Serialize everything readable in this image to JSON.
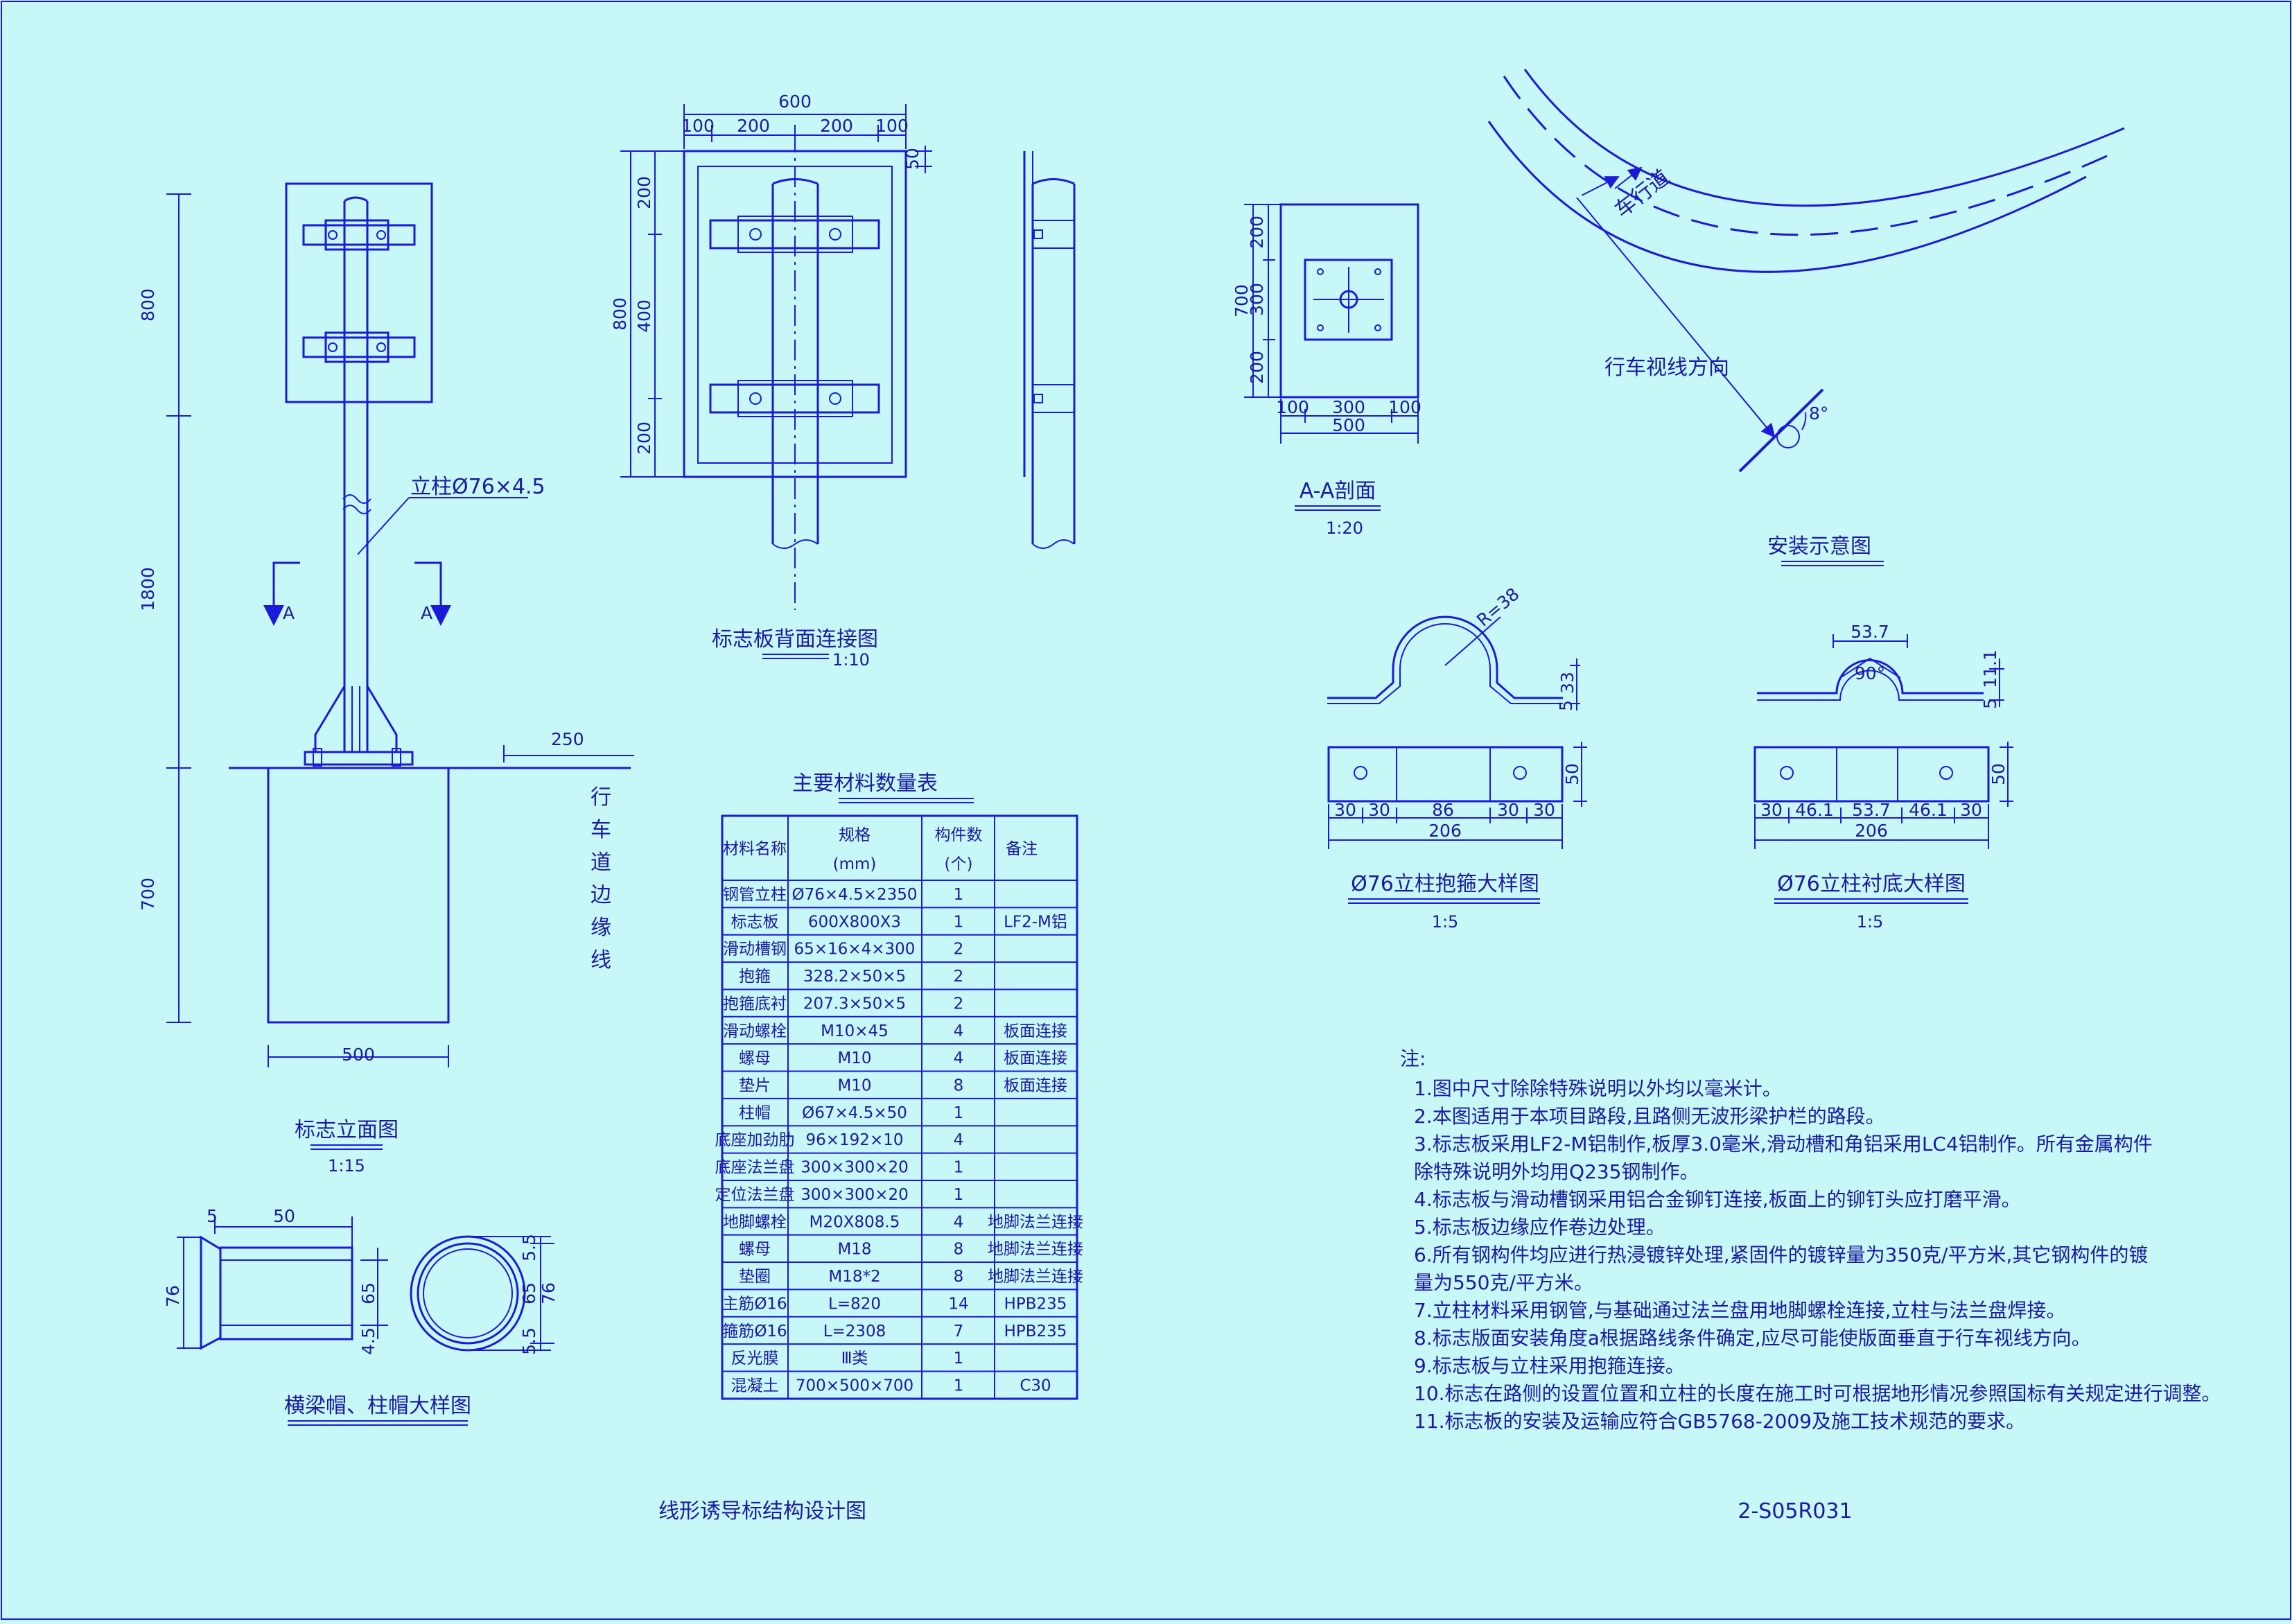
{
  "colors": {
    "background": "#c8f7f7",
    "line": "#1a1ad8",
    "text": "#1a1aa0"
  },
  "elevation": {
    "caption": "标志立面图",
    "scale": "1:15",
    "dim_800": "800",
    "dim_1800": "1800",
    "dim_700": "700",
    "dim_500": "500",
    "dim_250": "250",
    "post_label": "立柱Ø76×4.5",
    "section_a": "A",
    "edge_line": [
      "行",
      "车",
      "道",
      "边",
      "缘",
      "线"
    ]
  },
  "back": {
    "caption": "标志板背面连接图",
    "scale": "1:10",
    "dim_600": "600",
    "dim_100a": "100",
    "dim_200a": "200",
    "dim_200b": "200",
    "dim_100b": "100",
    "dim_50": "50",
    "dim_800": "800",
    "dim_v200a": "200",
    "dim_v400": "400",
    "dim_v200b": "200"
  },
  "section": {
    "caption": "A-A剖面",
    "scale": "1:20",
    "dim_700": "700",
    "dim_200a": "200",
    "dim_300": "300",
    "dim_200b": "200",
    "dim_100a": "100",
    "dim_300h": "300",
    "dim_100b": "100",
    "dim_500": "500"
  },
  "install": {
    "caption": "安装示意图",
    "lane_label": "车行道",
    "sight_label": "行车视线方向",
    "angle_label": "8°"
  },
  "hoop": {
    "caption": "Ø76立柱抱箍大样图",
    "scale": "1:5",
    "r_label": "R=38",
    "dim_33": "33",
    "dim_5": "5",
    "dim_50": "50",
    "segments": [
      "30",
      "30",
      "86",
      "30",
      "30"
    ],
    "total": "206"
  },
  "liner": {
    "caption": "Ø76立柱衬底大样图",
    "scale": "1:5",
    "top": "53.7",
    "angle": "90°",
    "dim_11": "11.1",
    "dim_5": "5",
    "dim_50": "50",
    "segments": [
      "30",
      "46.1",
      "53.7",
      "46.1",
      "30"
    ],
    "total": "206"
  },
  "cap": {
    "caption": "横梁帽、柱帽大样图",
    "dim_5": "5",
    "dim_50": "50",
    "dim_76": "76",
    "dim_65": "65",
    "dim_45": "4.5",
    "dim_55a": "5.5",
    "dim_55b": "5.5",
    "dim_76b": "76",
    "dim_65b": "65"
  },
  "materials": {
    "title": "主要材料数量表",
    "headers": [
      "材料名称",
      "规格",
      "(mm)",
      "构件数",
      "(个)",
      "备注"
    ],
    "rows": [
      [
        "钢管立柱",
        "Ø76×4.5×2350",
        "1",
        ""
      ],
      [
        "标志板",
        "600X800X3",
        "1",
        "LF2-M铝"
      ],
      [
        "滑动槽钢",
        "65×16×4×300",
        "2",
        ""
      ],
      [
        "抱箍",
        "328.2×50×5",
        "2",
        ""
      ],
      [
        "抱箍底衬",
        "207.3×50×5",
        "2",
        ""
      ],
      [
        "滑动螺栓",
        "M10×45",
        "4",
        "板面连接"
      ],
      [
        "螺母",
        "M10",
        "4",
        "板面连接"
      ],
      [
        "垫片",
        "M10",
        "8",
        "板面连接"
      ],
      [
        "柱帽",
        "Ø67×4.5×50",
        "1",
        ""
      ],
      [
        "底座加劲肋",
        "96×192×10",
        "4",
        ""
      ],
      [
        "底座法兰盘",
        "300×300×20",
        "1",
        ""
      ],
      [
        "定位法兰盘",
        "300×300×20",
        "1",
        ""
      ],
      [
        "地脚螺栓",
        "M20X808.5",
        "4",
        "地脚法兰连接"
      ],
      [
        "螺母",
        "M18",
        "8",
        "地脚法兰连接"
      ],
      [
        "垫圈",
        "M18*2",
        "8",
        "地脚法兰连接"
      ],
      [
        "主筋Ø16",
        "L=820",
        "14",
        "HPB235"
      ],
      [
        "箍筋Ø16",
        "L=2308",
        "7",
        "HPB235"
      ],
      [
        "反光膜",
        "Ⅲ类",
        "1",
        ""
      ],
      [
        "混凝土",
        "700×500×700",
        "1",
        "C30"
      ]
    ]
  },
  "notes": {
    "title": "注:",
    "items": [
      "1.图中尺寸除除特殊说明以外均以毫米计。",
      "2.本图适用于本项目路段,且路侧无波形梁护栏的路段。",
      "3.标志板采用LF2-M铝制作,板厚3.0毫米,滑动槽和角铝采用LC4铝制作。所有金属构件",
      "   除特殊说明外均用Q235钢制作。",
      "4.标志板与滑动槽钢采用铝合金铆钉连接,板面上的铆钉头应打磨平滑。",
      "5.标志板边缘应作卷边处理。",
      "6.所有钢构件均应进行热浸镀锌处理,紧固件的镀锌量为350克/平方米,其它钢构件的镀",
      "   量为550克/平方米。",
      "7.立柱材料采用钢管,与基础通过法兰盘用地脚螺栓连接,立柱与法兰盘焊接。",
      "8.标志版面安装角度a根据路线条件确定,应尽可能使版面垂直于行车视线方向。",
      "9.标志板与立柱采用抱箍连接。",
      "10.标志在路侧的设置位置和立柱的长度在施工时可根据地形情况参照国标有关规定进行调整。",
      "11.标志板的安装及运输应符合GB5768-2009及施工技术规范的要求。"
    ]
  },
  "footer": {
    "title": "线形诱导标结构设计图",
    "code": "2-S05R031"
  }
}
